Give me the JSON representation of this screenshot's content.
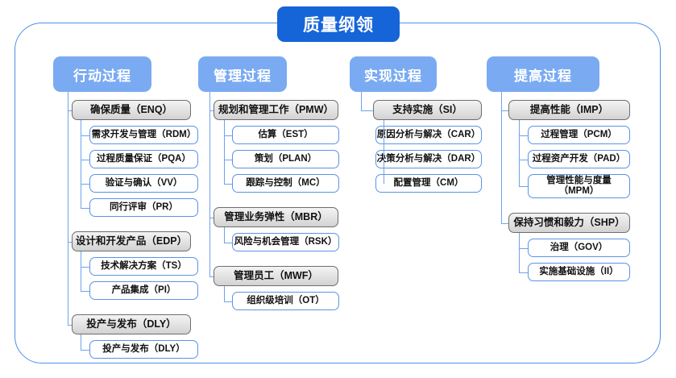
{
  "diagram": {
    "type": "org-tree",
    "root": {
      "label": "质量纲领"
    },
    "colors": {
      "root_bg": "#1565d8",
      "category_bg": "#7aabf2",
      "group_border": "#6e6e6e",
      "leaf_border": "#5b93e6",
      "connector": "#6fa3ec",
      "frame_border": "#4a90e8",
      "text": "#111111",
      "header_text": "#ffffff"
    },
    "columns": [
      {
        "header": "行动过程",
        "groups": [
          {
            "label": "确保质量（ENQ）",
            "children": [
              "需求开发与管理（RDM）",
              "过程质量保证（PQA）",
              "验证与确认（VV）",
              "同行评审（PR）"
            ]
          },
          {
            "label": "设计和开发产品（EDP）",
            "children": [
              "技术解决方案（TS）",
              "产品集成（PI）"
            ]
          },
          {
            "label": "投产与发布（DLY）",
            "children": [
              "投产与发布（DLY）"
            ]
          }
        ]
      },
      {
        "header": "管理过程",
        "groups": [
          {
            "label": "规划和管理工作（PMW）",
            "children": [
              "估算（EST）",
              "策划（PLAN）",
              "跟踪与控制（MC）"
            ]
          },
          {
            "label": "管理业务弹性（MBR）",
            "children": [
              "风险与机会管理（RSK）"
            ]
          },
          {
            "label": "管理员工（MWF）",
            "children": [
              "组织级培训（OT）"
            ]
          }
        ]
      },
      {
        "header": "实现过程",
        "groups": [
          {
            "label": "支持实施（SI）",
            "children": [
              "原因分析与解决（CAR）",
              "决策分析与解决（DAR）",
              "配置管理（CM）"
            ]
          }
        ]
      },
      {
        "header": "提高过程",
        "groups": [
          {
            "label": "提高性能（IMP）",
            "children": [
              "过程管理（PCM）",
              "过程资产开发（PAD）",
              "管理性能与度量\n（MPM）"
            ]
          },
          {
            "label": "保持习惯和毅力（SHP）",
            "children": [
              "治理（GOV）",
              "实施基础设施（II）"
            ]
          }
        ]
      }
    ]
  }
}
